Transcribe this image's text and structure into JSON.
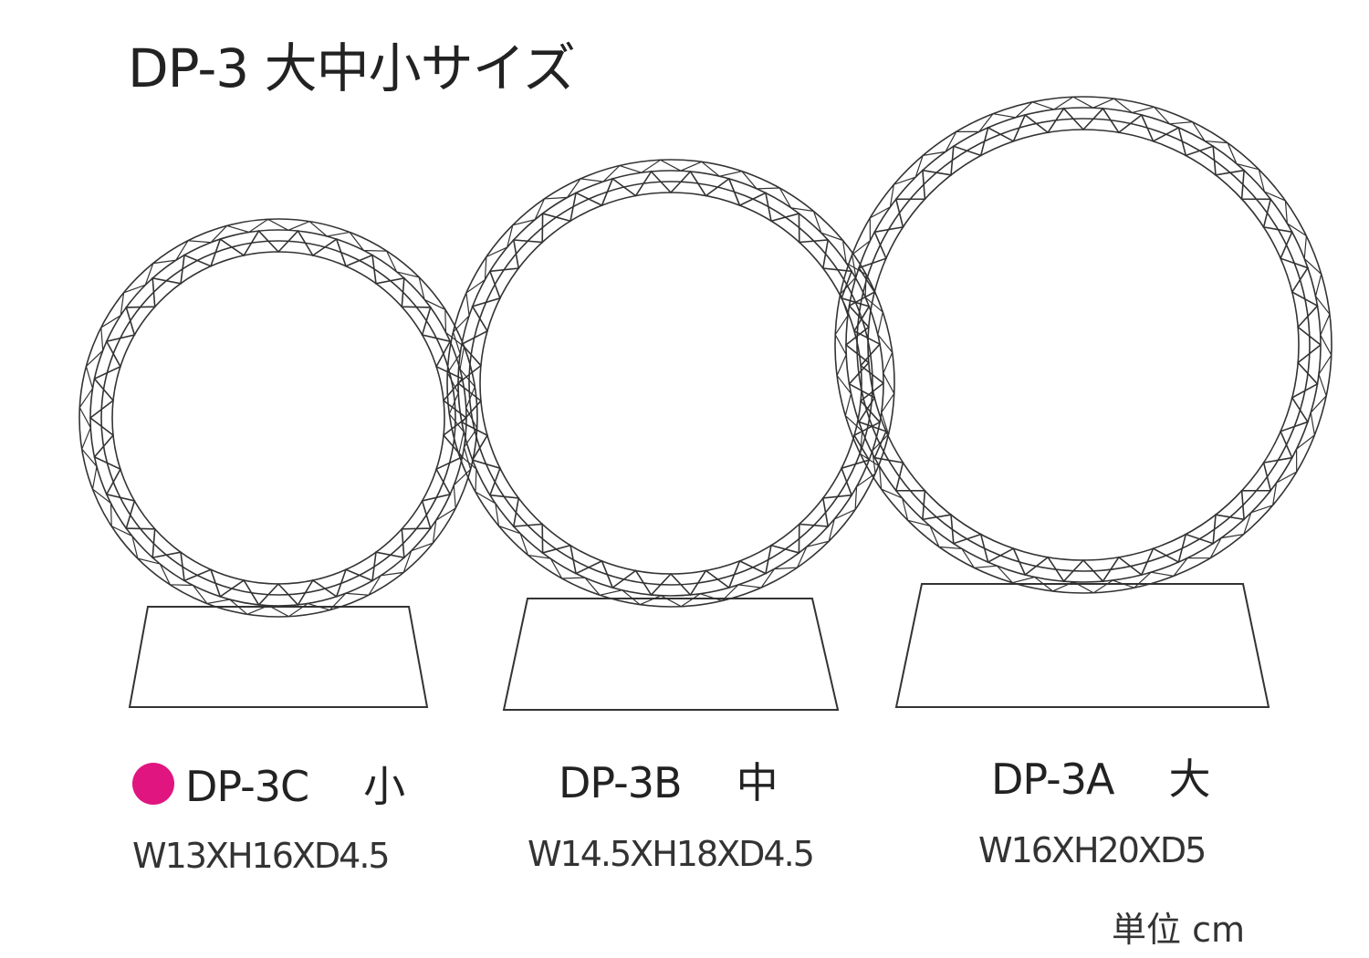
{
  "title": "DP-3 大中小サイズ",
  "unit_note": "単位 cm",
  "marker_color": "#e0157f",
  "line_color": "#333333",
  "products": [
    {
      "code": "DP-3C",
      "size_label": "小",
      "dimensions": "W13ⅩH16ⅩD4.5",
      "marked": true
    },
    {
      "code": "DP-3B",
      "size_label": "中",
      "dimensions": "W14.5ⅩH18ⅩD4.5",
      "marked": false
    },
    {
      "code": "DP-3A",
      "size_label": "大",
      "dimensions": "W16ⅩH20ⅩD5",
      "marked": false
    }
  ]
}
